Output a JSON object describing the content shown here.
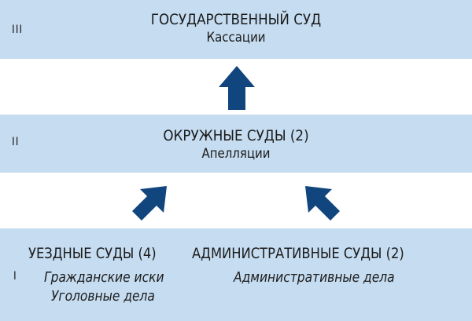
{
  "levels": {
    "top": {
      "numeral": "III",
      "title": "ГОСУДАРСТВЕННЫЙ СУД",
      "subtitle": "Кассации"
    },
    "middle": {
      "numeral": "II",
      "title": "ОКРУЖНЫЕ СУДЫ (2)",
      "subtitle": "Апелляции"
    },
    "bottom": {
      "numeral": "I",
      "left": {
        "title": "УЕЗДНЫЕ СУДЫ (4)",
        "line1": "Гражданские иски",
        "line2": "Уголовные дела"
      },
      "right": {
        "title": "АДМИНИСТРАТИВНЫЕ СУДЫ (2)",
        "line1": "Административные дела"
      }
    }
  },
  "colors": {
    "band": "#c5dcf1",
    "arrow": "#10457e",
    "text": "#1b1b1b"
  }
}
